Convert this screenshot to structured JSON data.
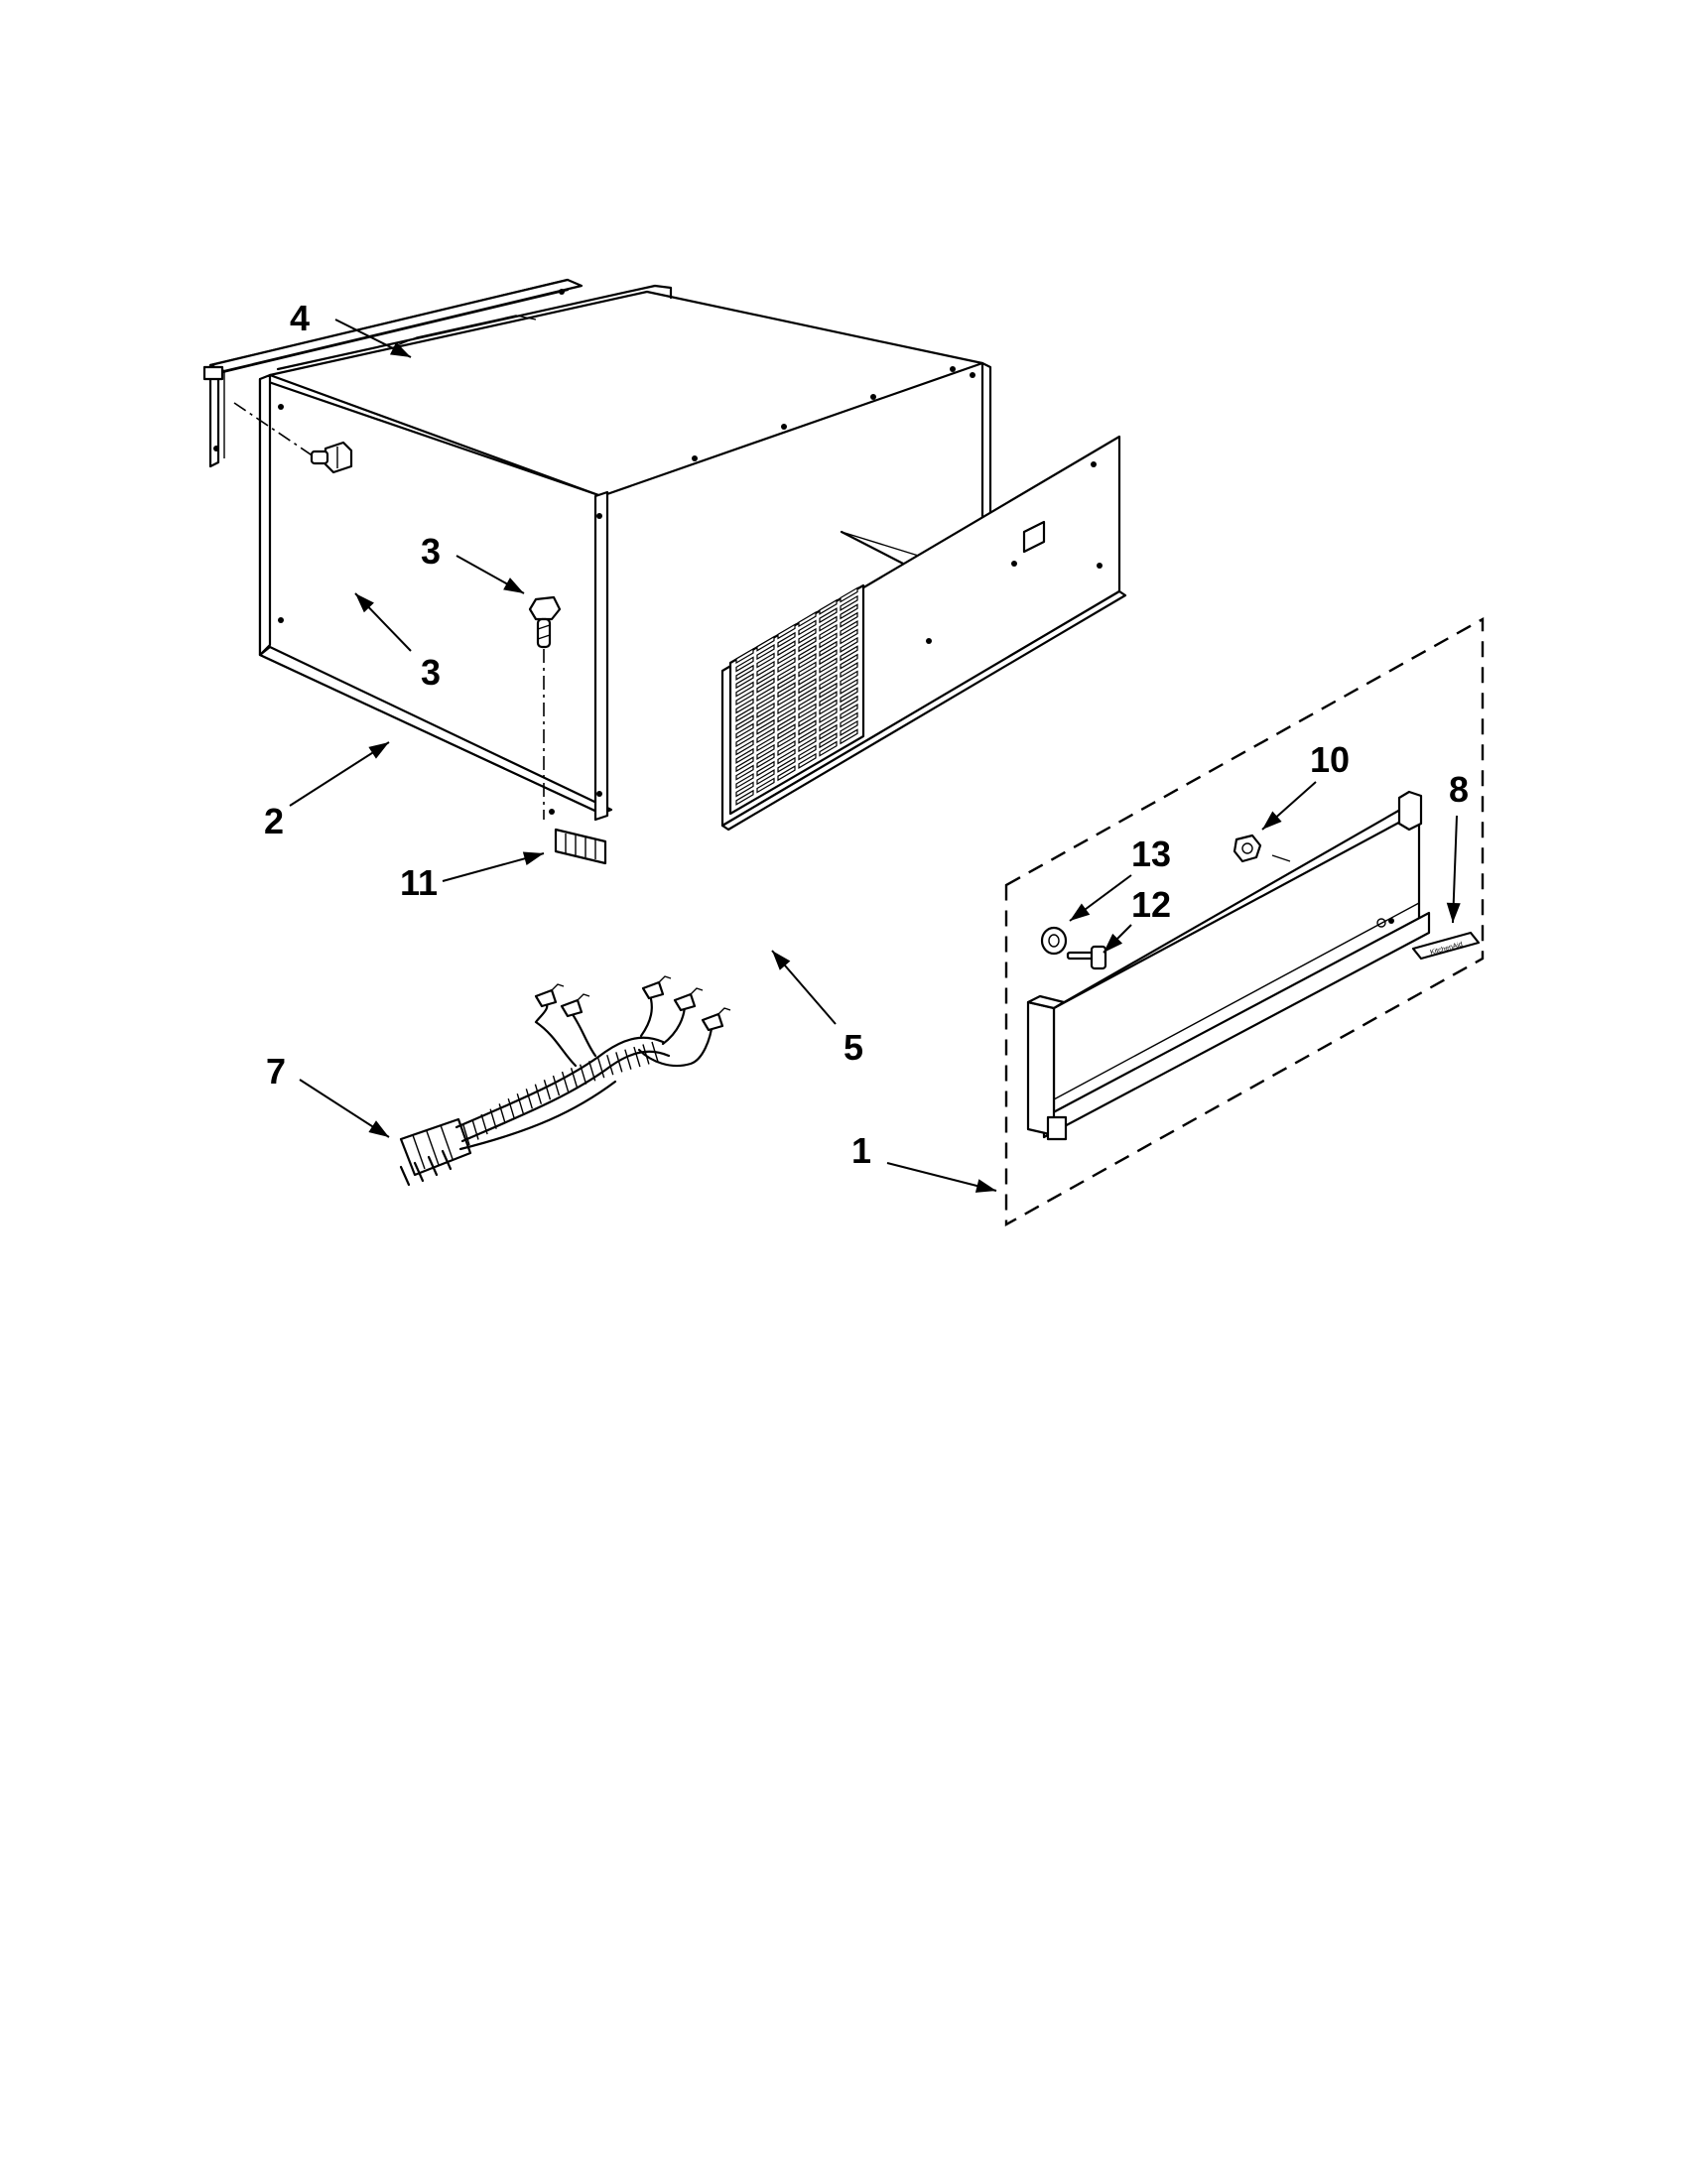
{
  "diagram": {
    "callouts": [
      {
        "id": "c4",
        "label": "4"
      },
      {
        "id": "c3a",
        "label": "3"
      },
      {
        "id": "c3b",
        "label": "3"
      },
      {
        "id": "c2",
        "label": "2"
      },
      {
        "id": "c11",
        "label": "11"
      },
      {
        "id": "c5",
        "label": "5"
      },
      {
        "id": "c10",
        "label": "10"
      },
      {
        "id": "c8",
        "label": "8"
      },
      {
        "id": "c13",
        "label": "13"
      },
      {
        "id": "c12",
        "label": "12"
      },
      {
        "id": "c7",
        "label": "7"
      },
      {
        "id": "c1",
        "label": "1"
      }
    ],
    "nameplate": {
      "text": "KitchenAid"
    }
  }
}
